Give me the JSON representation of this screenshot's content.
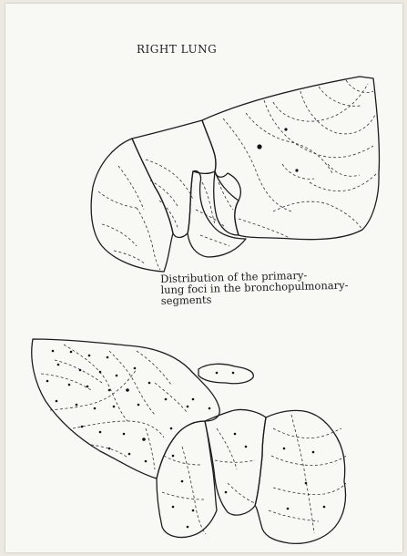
{
  "title": "RIGHT LUNG",
  "caption": {
    "line1": "Distribution of the primary-",
    "line2": "lung foci in the bronchopulmonary-",
    "line3": "segments"
  }
}
